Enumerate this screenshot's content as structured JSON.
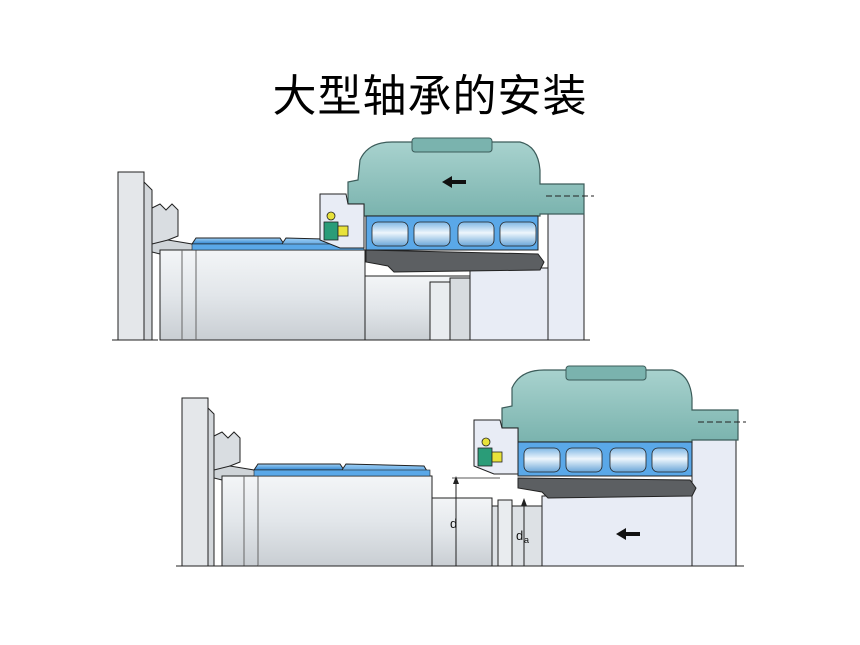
{
  "slide": {
    "title": "大型轴承的安装"
  },
  "figures": [
    {
      "name": "before-mounting",
      "arrow_direction": "left"
    },
    {
      "name": "after-mounting",
      "arrow_direction": "left",
      "labels": {
        "bore_diameter": "d",
        "abutment_diameter_main": "d",
        "abutment_diameter_sub": "a"
      }
    }
  ],
  "colors": {
    "housing": "#8fc3bf",
    "housing_stroke": "#3c5c5a",
    "shaft": "#e6e9ec",
    "shaft_shade": "#c4c9ce",
    "sleeve": "#3d9be0",
    "roller": "#bcd8ee",
    "cage_blue": "#5aa8e8",
    "back_panel": "#e8ecf5",
    "dark_sleeve": "#5c5f62",
    "seal_yellow": "#e8e23a",
    "seal_green": "#2a9c78",
    "outline": "#222222"
  }
}
